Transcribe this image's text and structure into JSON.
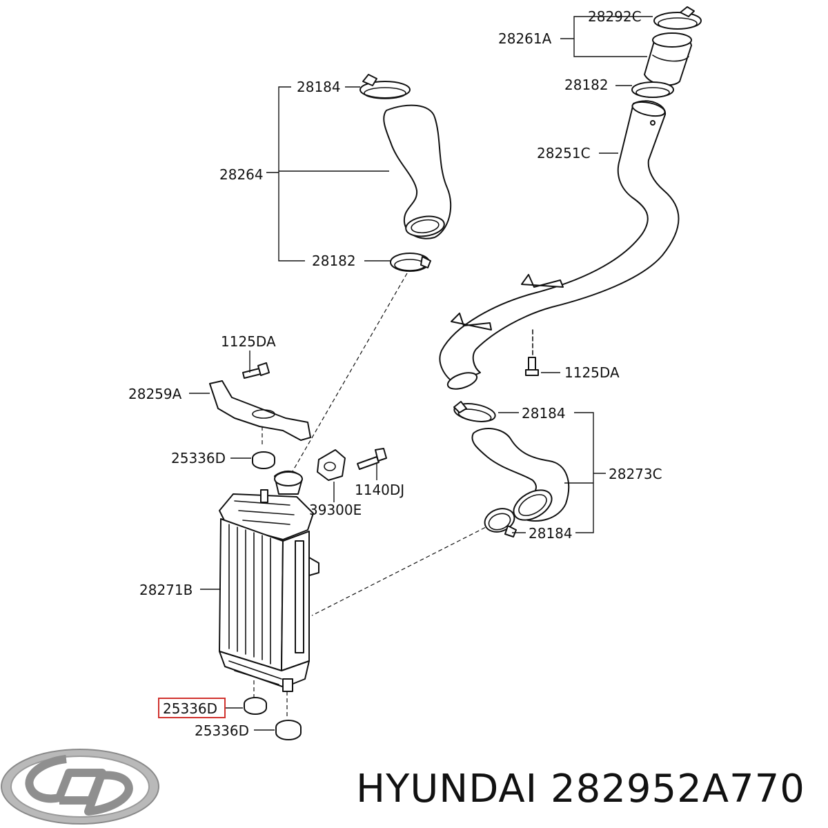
{
  "labels": {
    "clamp_top_right": "28292C",
    "hose_top_right": "28261A",
    "clamp_upper_right": "28182",
    "pipe_long": "28251C",
    "clamp_top_left": "28184",
    "hose_left": "28264",
    "clamp_left_lower": "28182",
    "bolt_left": "1125DA",
    "bracket": "28259A",
    "insulator_top": "25336D",
    "sensor_bolt": "1140DJ",
    "sensor": "39300E",
    "intercooler": "28271B",
    "insulator_bottom_boxed": "25336D",
    "insulator_bottom": "25336D",
    "bolt_right": "1125DA",
    "clamp_right_upper": "28184",
    "hose_right": "28273C",
    "clamp_right_lower": "28184"
  },
  "brand": {
    "logo_name": "hyundai-logo",
    "caption": "HYUNDAI 282952A770"
  },
  "colors": {
    "line": "#111111",
    "highlight": "#d0312d",
    "logo_fill": "#b9b9b9"
  }
}
